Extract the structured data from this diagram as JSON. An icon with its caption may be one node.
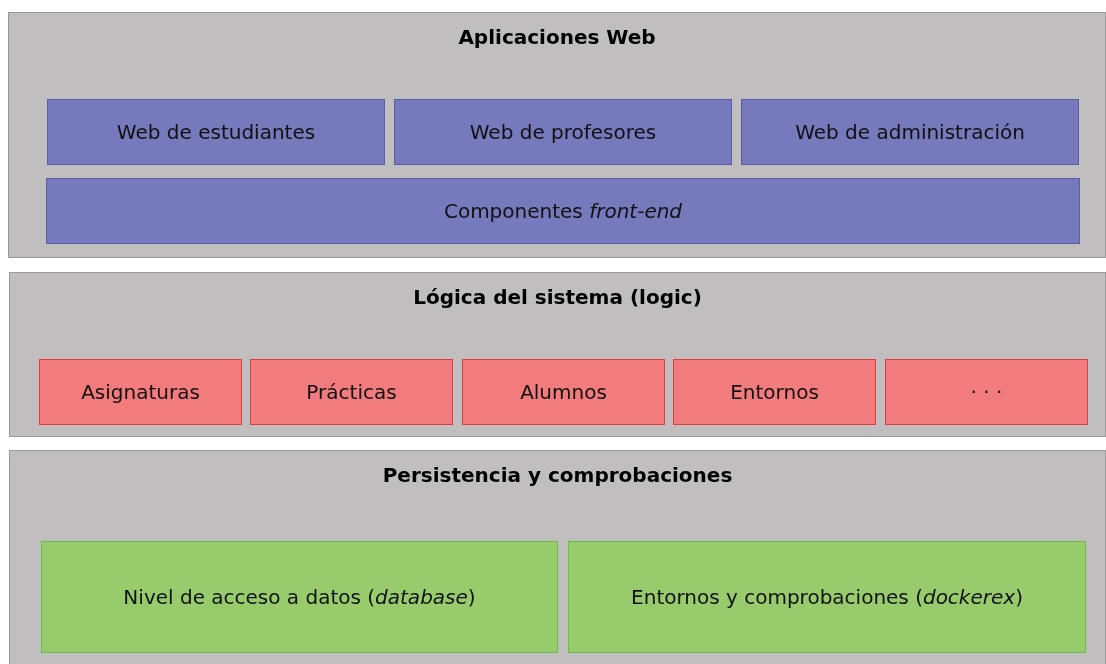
{
  "diagram": {
    "nodes": [
      {
        "text": [
          "Aplicaciones Web"
        ]
      },
      {
        "text": [
          "Web de estudiantes"
        ],
        "in": 0
      },
      {
        "text": [
          "Web de profesores"
        ],
        "in": 0
      },
      {
        "text": [
          "Web de administración"
        ],
        "in": 0
      },
      {
        "text": [
          "Componentes *front-end*"
        ],
        "in": 0
      },
      {
        "text": [
          "Lógica del sistema (logic)"
        ]
      },
      {
        "text": [
          "Asignaturas"
        ],
        "in": 5
      },
      {
        "text": [
          "Prácticas"
        ],
        "in": 5
      },
      {
        "text": [
          "Alumnos"
        ],
        "in": 5
      },
      {
        "text": [
          "Entornos"
        ],
        "in": 5
      },
      {
        "text": [
          "· · ·"
        ],
        "in": 5
      },
      {
        "text": [
          "Persistencia y comprobaciones"
        ]
      },
      {
        "text": [
          "Nivel de acceso a datos (*database*)"
        ],
        "in": 11
      },
      {
        "text": [
          "Entornos y comprobaciones (*dockerex*)"
        ],
        "in": 11
      }
    ],
    "edges": []
  }
}
